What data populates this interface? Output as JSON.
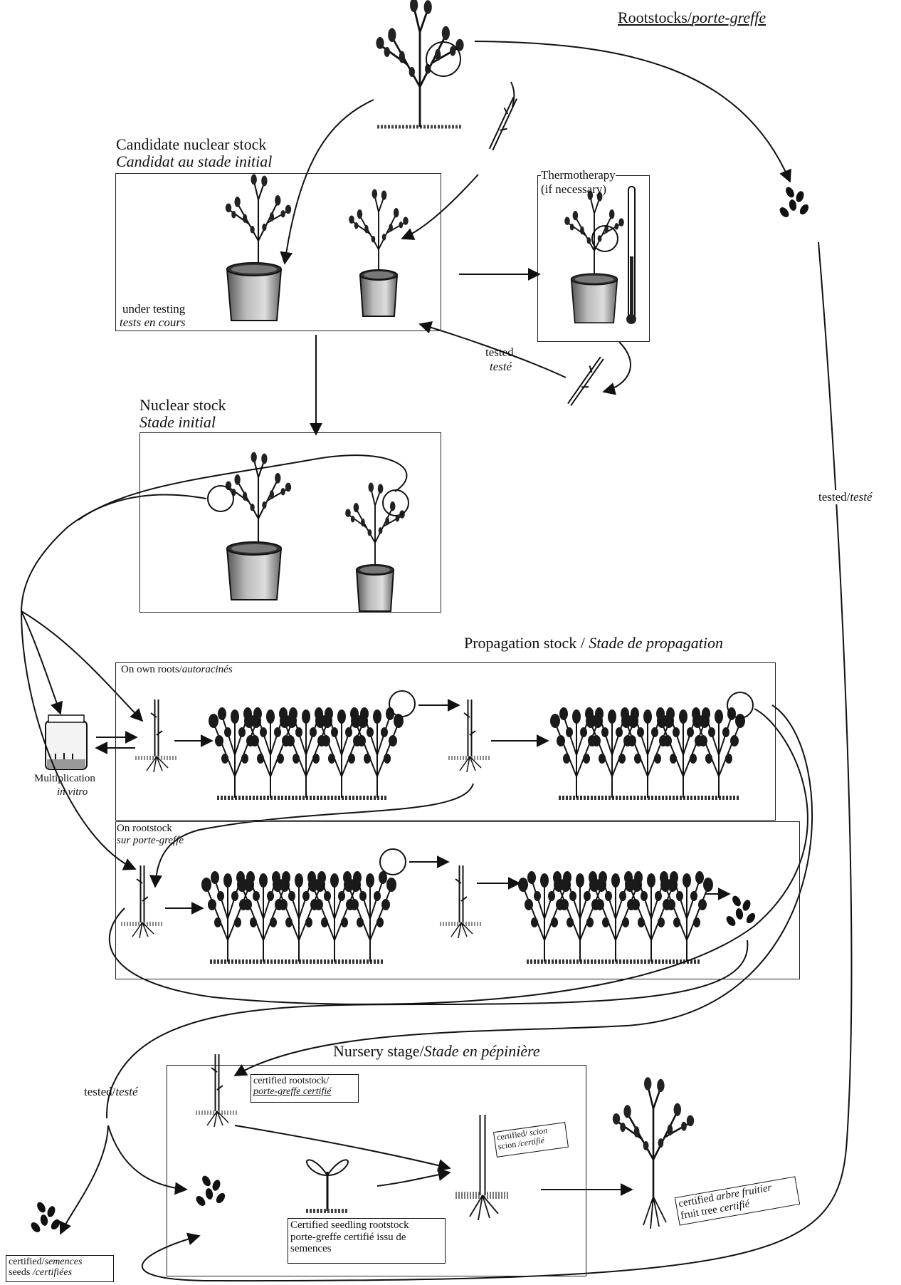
{
  "title": {
    "en": "Rootstocks/",
    "fr": "porte-greffe"
  },
  "candidate": {
    "heading_en": "Candidate nuclear stock",
    "heading_fr": "Candidat au stade initial",
    "status_en": "under testing",
    "status_fr": "tests en cours"
  },
  "thermo": {
    "line1": "Thermotherapy",
    "line2": "(if necessary)"
  },
  "tested_mid": {
    "en": "tested",
    "fr": "testé"
  },
  "nuclear": {
    "heading_en": "Nuclear stock",
    "heading_fr": "Stade initial"
  },
  "tested_right": {
    "en": "tested/",
    "fr": "testé"
  },
  "propagation": {
    "heading_en": "Propagation stock / ",
    "heading_fr": "Stade de propagation",
    "own_en": "On own roots/",
    "own_fr": "autoracinés",
    "rs_en": "On rootstock",
    "rs_fr": "sur porte-greffe"
  },
  "multiplication": {
    "en": "Multiplication",
    "fr": "in vitro"
  },
  "nursery": {
    "heading_en": "Nursery stage/",
    "heading_fr": "Stade en pépinière",
    "cert_rs_en": "certified rootstock/",
    "cert_rs_fr": "porte-greffe certifié",
    "seedling_l1": "Certified seedling rootstock",
    "seedling_l2": "porte-greffe certifié issu de",
    "seedling_l3": "semences"
  },
  "tested_left": {
    "en": "tested/",
    "fr": "testé"
  },
  "scion_tag": {
    "en1": "certified/",
    "en2": "scion",
    "fr1": "scion",
    "fr2": "/certifié"
  },
  "fruit_tag": {
    "en1": "certified",
    "en2": "fruit tree",
    "fr1": "arbre fruitier",
    "fr2": "certifié"
  },
  "seeds_tag": {
    "en1": "certified/",
    "en2": "seeds",
    "fr1": "semences",
    "fr2": "/certifiées"
  }
}
